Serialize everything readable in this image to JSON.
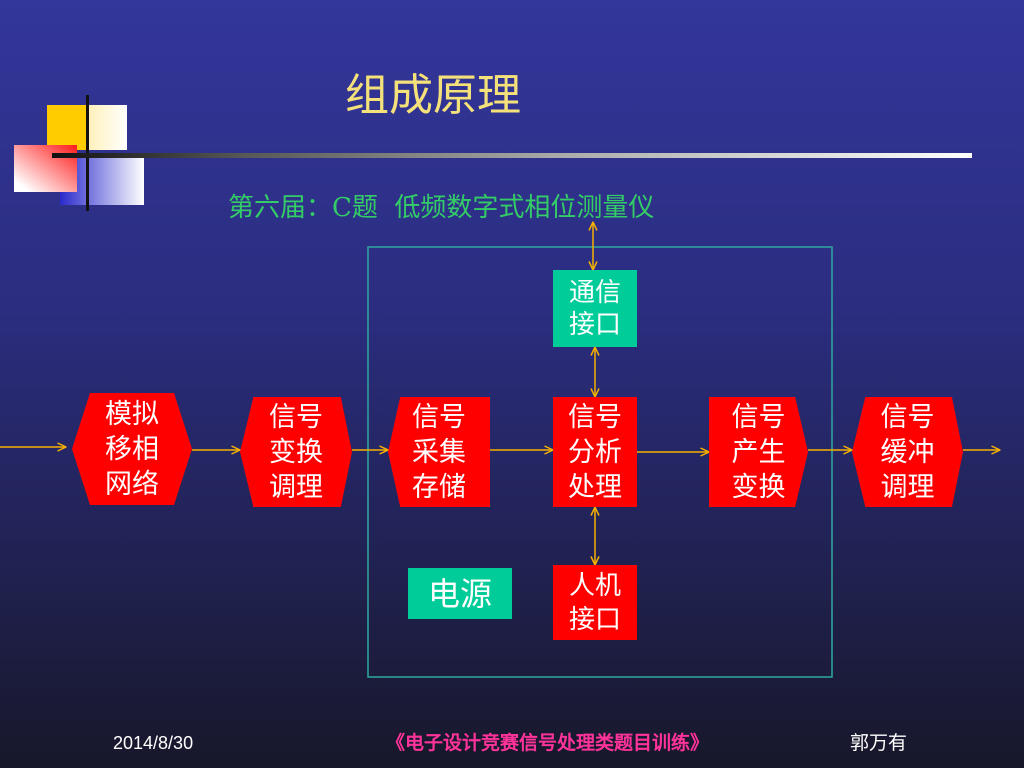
{
  "slide": {
    "title": "组成原理",
    "subtitle": "第六届：C题  低频数字式相位测量仪"
  },
  "diagram": {
    "blocks": {
      "phase_shift_network": [
        "模拟",
        "移相",
        "网络"
      ],
      "signal_transform_conditioning": [
        "信号",
        "变换",
        "调理"
      ],
      "signal_acquisition_storage": [
        "信号",
        "采集",
        "存储"
      ],
      "signal_analysis_processing": [
        "信号",
        "分析",
        "处理"
      ],
      "signal_generation_conversion": [
        "信号",
        "产生",
        "变换"
      ],
      "signal_buffer_conditioning": [
        "信号",
        "缓冲",
        "调理"
      ],
      "communication_interface": [
        "通信",
        "接口"
      ],
      "human_machine_interface": [
        "人机",
        "接口"
      ],
      "power_supply": [
        "电源"
      ]
    }
  },
  "footer": {
    "date": "2014/8/30",
    "course": "《电子设计竞赛信号处理类题目训练》",
    "author": "郭万有"
  },
  "colors": {
    "bg_top": "#33369A",
    "bg_bottom": "#17172A",
    "block_red": "#FF0000",
    "block_teal": "#00CC99",
    "arrow": "#F5B000",
    "frame": "#2FA8A0",
    "title": "#F5E17A",
    "subtitle": "#33CC66",
    "footer_course": "#FF3399",
    "footer_text": "#FFFFFF"
  }
}
